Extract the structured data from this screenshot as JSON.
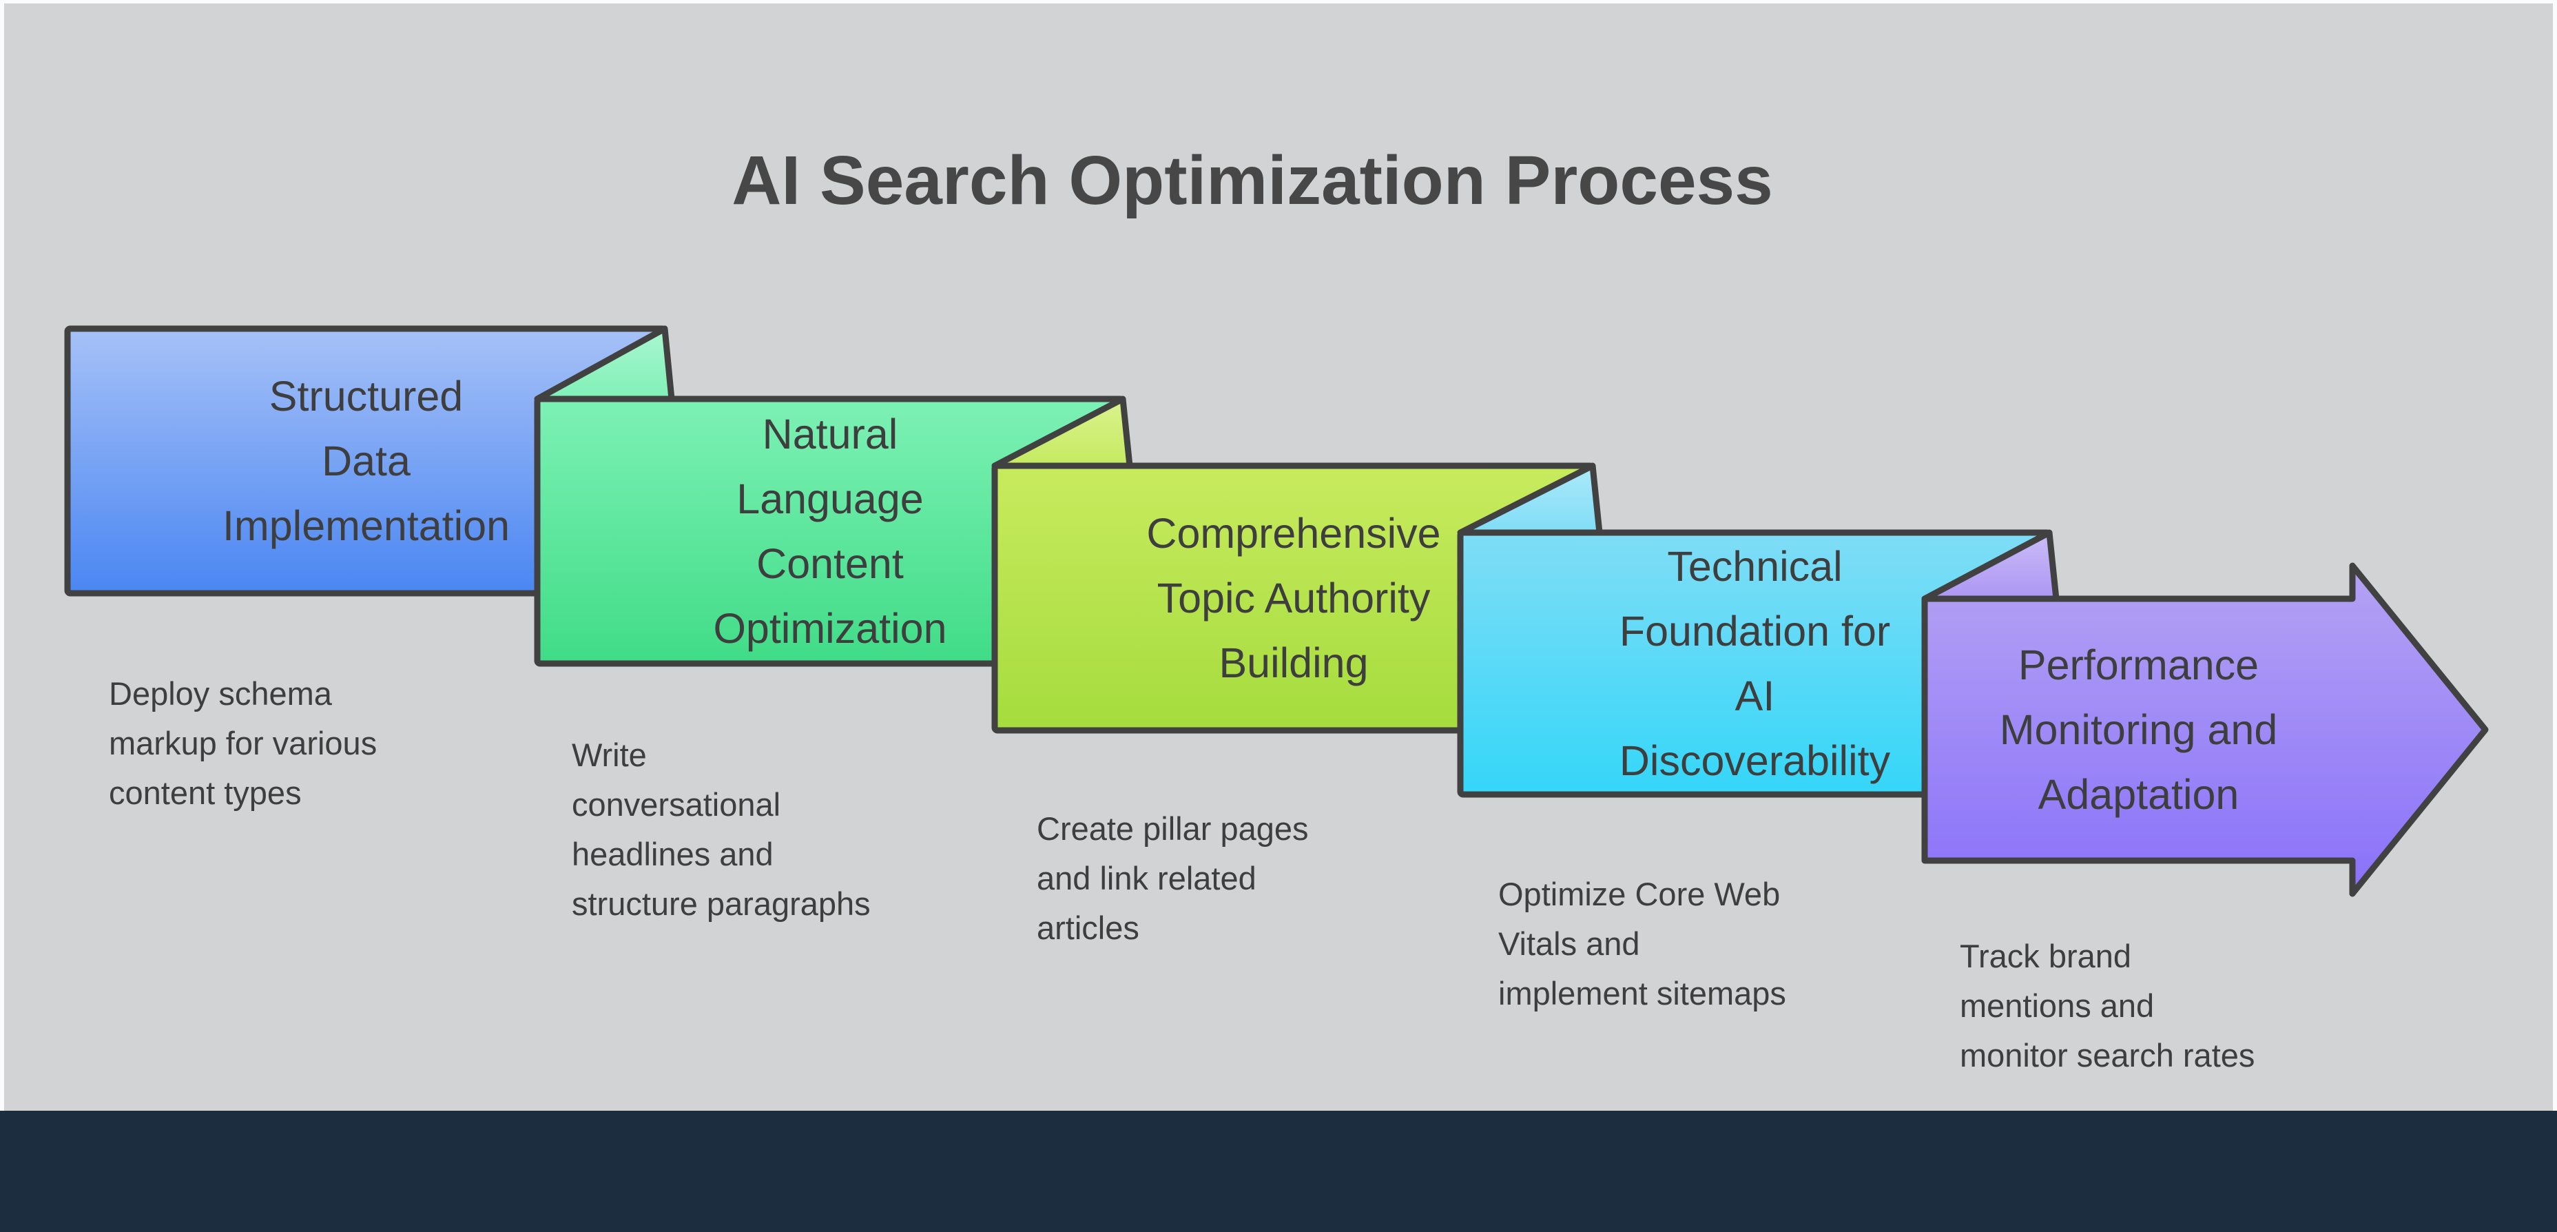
{
  "page": {
    "title": "AI Search Optimization Process",
    "background_color": "#d2d3d4",
    "margin_color": "#fafbfc",
    "footer_color": "#1c2d40",
    "stroke_color": "#414141",
    "title_color": "#474747",
    "text_color": "#3e3e3e"
  },
  "steps": [
    {
      "id": "structured-data-implementation",
      "title": "Structured\nData\nImplementation",
      "description": "Deploy schema\nmarkup for various\ncontent types",
      "color_top": "#a6c1f7",
      "color_bottom": "#4a86f2"
    },
    {
      "id": "natural-language-content-optimization",
      "title": "Natural\nLanguage\nContent\nOptimization",
      "description": "Write\nconversational\nheadlines and\nstructure paragraphs",
      "color_top": "#7df1b5",
      "color_bottom": "#40dc87",
      "fold_top": "#aaf7d0",
      "fold_bottom": "#80f0b7"
    },
    {
      "id": "comprehensive-topic-authority-building",
      "title": "Comprehensive\nTopic Authority\nBuilding",
      "description": "Create pillar pages\nand link related\narticles",
      "color_top": "#c8eb5e",
      "color_bottom": "#a5dc3d",
      "fold_top": "#dbf28e",
      "fold_bottom": "#c5ea61"
    },
    {
      "id": "technical-foundation-for-ai-discoverability",
      "title": "Technical\nFoundation for\nAI\nDiscoverability",
      "description": "Optimize Core Web\nVitals and\nimplement sitemaps",
      "color_top": "#80ddf6",
      "color_bottom": "#34d6f8",
      "fold_top": "#ace9fa",
      "fold_bottom": "#80ddf6"
    },
    {
      "id": "performance-monitoring-and-adaptation",
      "title": "Performance\nMonitoring and\nAdaptation",
      "description": "Track brand\nmentions and\nmonitor search rates",
      "color_top": "#b4a3f3",
      "color_bottom": "#8a71fa",
      "fold_top": "#cabcf7",
      "fold_bottom": "#ac97f3"
    }
  ]
}
